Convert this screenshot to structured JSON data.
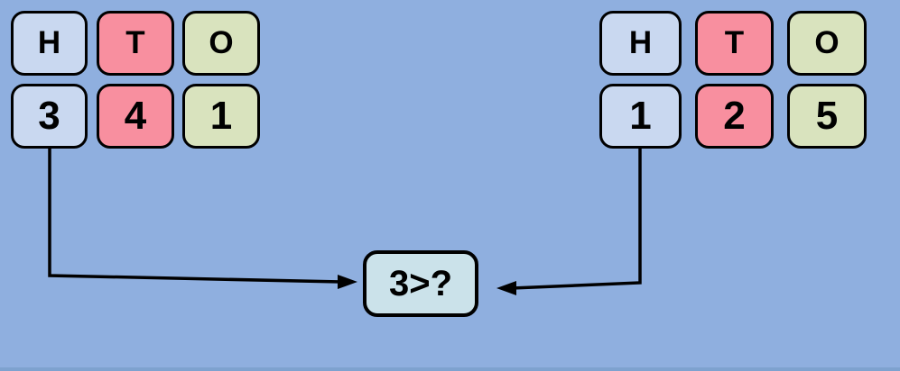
{
  "diagram": {
    "description_labels": {
      "place_value_headers": [
        "H",
        "T",
        "O"
      ]
    },
    "left_number": {
      "headers": [
        {
          "label": "H"
        },
        {
          "label": "T"
        },
        {
          "label": "O"
        }
      ],
      "digits": [
        {
          "label": "3"
        },
        {
          "label": "4"
        },
        {
          "label": "1"
        }
      ]
    },
    "right_number": {
      "headers": [
        {
          "label": "H"
        },
        {
          "label": "T"
        },
        {
          "label": "O"
        }
      ],
      "digits": [
        {
          "label": "1"
        },
        {
          "label": "2"
        },
        {
          "label": "5"
        }
      ]
    },
    "compare_box": {
      "label": "3>?"
    },
    "colors": {
      "background": "#8FAFDF",
      "bottom_edge": "#7EA2CF",
      "hundreds_fill": "#C9D8F0",
      "tens_fill": "#F88F9F",
      "ones_fill": "#D9E3BE",
      "compare_fill": "#CBE2EA",
      "outline": "#000000",
      "arrow": "#000000"
    }
  }
}
